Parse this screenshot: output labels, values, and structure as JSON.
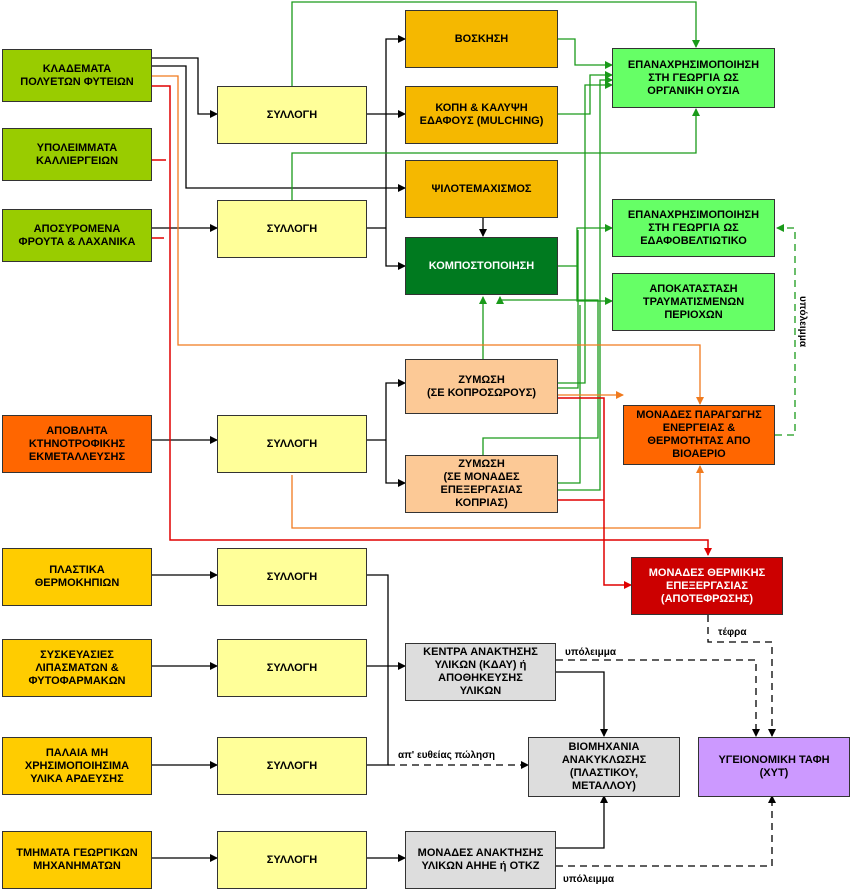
{
  "sources": {
    "branches": "ΚΛΑΔΕΜΑΤΑ\nΠΟΛΥΕΤΩΝ ΦΥΤΕΙΩΝ",
    "crop_residues": "ΥΠΟΛΕΙΜΜΑΤΑ\nΚΑΛΛΙΕΡΓΕΙΩΝ",
    "withdrawn_produce": "ΑΠΟΣΥΡΟΜΕΝΑ\nΦΡΟΥΤΑ & ΛΑΧΑΝΙΚΑ",
    "livestock_waste": "ΑΠΟΒΛΗΤΑ\nΚΤΗΝΟΤΡΟΦΙΚΗΣ\nΕΚΜΕΤΑΛΛΕΥΣΗΣ",
    "greenhouse_plastics": "ΠΛΑΣΤΙΚΑ\nΘΕΡΜΟΚΗΠΙΩΝ",
    "agrochem_packaging": "ΣΥΣΚΕΥΑΣΙΕΣ\nΛΙΠΑΣΜΑΤΩΝ &\nΦΥΤΟΦΑΡΜΑΚΩΝ",
    "irrigation_materials": "ΠΑΛΑΙΑ ΜΗ\nΧΡΗΣΙΜΟΠΟΙΗΣΙΜΑ\nΥΛΙΚΑ ΑΡΔΕΥΣΗΣ",
    "machinery_parts": "ΤΜΗΜΑΤΑ ΓΕΩΡΓΙΚΩΝ\nΜΗΧΑΝΗΜΑΤΩΝ"
  },
  "collection_label": "ΣΥΛΛΟΓΗ",
  "processes": {
    "grazing": "ΒΟΣΚΗΣΗ",
    "mulching": "ΚΟΠΗ & ΚΑΛΥΨΗ\nΕΔΑΦΟΥΣ (MULCHING)",
    "shredding": "ΨΙΛΟΤΕΜΑΧΙΣΜΟΣ",
    "composting": "ΚΟΜΠΟΣΤΟΠΟΙΗΣΗ",
    "fermentation_pits": "ΖΥΜΩΣΗ\n(ΣΕ ΚΟΠΡΟΣΩΡΟΥΣ)",
    "fermentation_units": "ΖΥΜΩΣΗ\n(ΣΕ ΜΟΝΑΔΕΣ\nΕΠΕΞΕΡΓΑΣΙΑΣ\nΚΟΠΡΙΑΣ)",
    "recovery_centres": "ΚΕΝΤΡΑ ΑΝΑΚΤΗΣΗΣ\nΥΛΙΚΩΝ (ΚΔΑΥ) ή\nΑΠΟΘΗΚΕΥΣΗΣ\nΥΛΙΚΩΝ",
    "weee_units": "ΜΟΝΑΔΕΣ ΑΝΑΚΤΗΣΗΣ\nΥΛΙΚΩΝ ΑΗΗΕ ή ΟΤΚΖ"
  },
  "outcomes": {
    "organic_matter": "ΕΠΑΝΑΧΡΗΣΙΜΟΠΟΙΗΣΗ\nΣΤΗ ΓΕΩΡΓΙΑ ΩΣ\nΟΡΓΑΝΙΚΗ ΟΥΣΙΑ",
    "soil_improver": "ΕΠΑΝΑΧΡΗΣΙΜΟΠΟΙΗΣΗ\nΣΤΗ ΓΕΩΡΓΙΑ ΩΣ\nΕΔΑΦΟΒΕΛΤΙΩΤΙΚΟ",
    "restoration": "ΑΠΟΚΑΤΑΣΤΑΣΗ\nΤΡΑΥΜΑΤΙΣΜΕΝΩΝ\nΠΕΡΙΟΧΩΝ",
    "biogas": "ΜΟΝΑΔΕΣ ΠΑΡΑΓΩΓΗΣ\nΕΝΕΡΓΕΙΑΣ &\nΘΕΡΜΟΤΗΤΑΣ ΑΠΟ\nΒΙΟΑΕΡΙΟ",
    "thermal": "ΜΟΝΑΔΕΣ ΘΕΡΜΙΚΗΣ\nΕΠΕΞΕΡΓΑΣΙΑΣ\n(ΑΠΟΤΕΦΡΩΣΗΣ)",
    "recycling_industry": "ΒΙΟΜΗΧΑΝΙΑ\nΑΝΑΚΥΚΛΩΣΗΣ\n(ΠΛΑΣΤΙΚΟΥ,\nΜΕΤΑΛΛΟΥ)",
    "landfill": "ΥΓΕΙΟΝΟΜΙΚΗ ΤΑΦΗ\n(ΧΥΤ)"
  },
  "edge_labels": {
    "digestate": "υπόλειμμα",
    "ash": "τέφρα",
    "residue_top": "υπόλειμμα",
    "direct_sale": "απ' ευθείας πώληση",
    "residue_bottom": "υπόλειμμα"
  },
  "colors": {
    "agri_source": "#99cc00",
    "livestock_source": "#ff6600",
    "inorganic_source": "#ffcc00",
    "collection": "#ffff99",
    "process": "#f5b800",
    "composting": "#007a1f",
    "reuse": "#66ff66",
    "fermentation": "#fcc996",
    "biogas": "#ff6600",
    "thermal": "#cc0000",
    "recovery": "#dddddd",
    "landfill": "#cc99ff",
    "edge_green": "#1a9a1a",
    "edge_orange": "#f07a1e",
    "edge_red": "#e00000"
  }
}
